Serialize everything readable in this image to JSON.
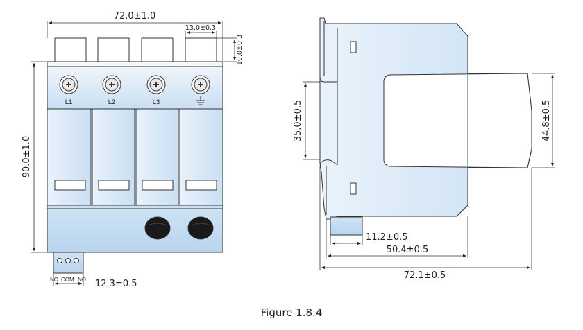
{
  "front_view": {
    "dim_width": "72.0±1.0",
    "dim_terminal_width": "13.0±0.3",
    "dim_terminal_height": "10.0±0.3",
    "dim_height": "90.0±1.0",
    "dim_contact_offset": "12.3±0.5",
    "pole_labels": [
      "L1",
      "L2",
      "L3"
    ],
    "contact_labels": [
      "NC",
      "COM",
      "NO"
    ]
  },
  "side_view": {
    "dim_rail": "35.0±0.5",
    "dim_front_height": "44.8±0.5",
    "dim_clip_depth": "11.2±0.5",
    "dim_depth_to_front": "50.4±0.5",
    "dim_total_depth": "72.1±0.5"
  },
  "caption": "Figure 1.8.4",
  "colors": {
    "body_fill": "#cfe3f5",
    "body_fill_light": "#eef5fc",
    "outline": "#333333",
    "window_dark": "#1a1a1a"
  }
}
